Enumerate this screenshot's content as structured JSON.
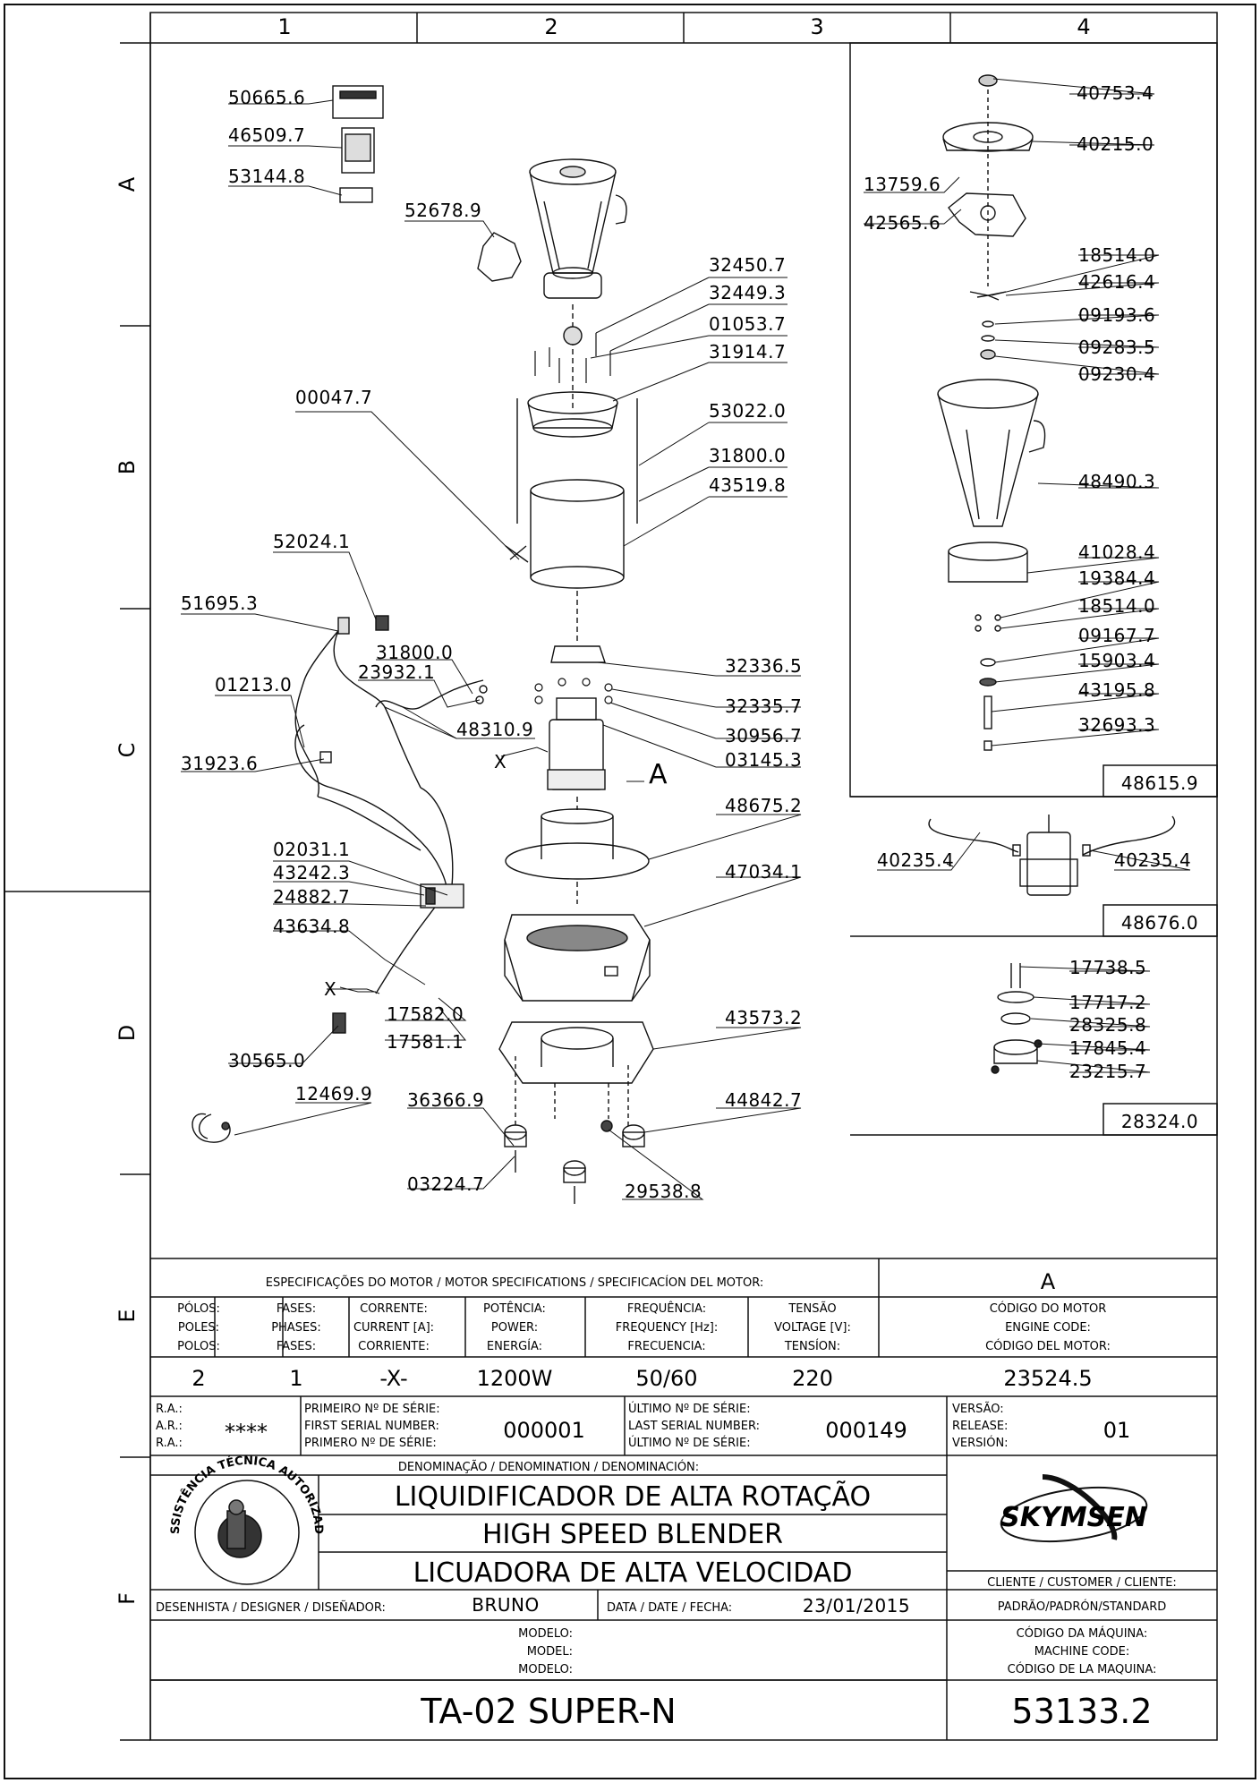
{
  "grid": {
    "columns": [
      "1",
      "2",
      "3",
      "4"
    ],
    "rows": [
      "A",
      "B",
      "C",
      "D",
      "E",
      "F"
    ]
  },
  "part_labels": [
    {
      "id": "p1",
      "text": "50665.6"
    },
    {
      "id": "p2",
      "text": "46509.7"
    },
    {
      "id": "p3",
      "text": "53144.8"
    },
    {
      "id": "p4",
      "text": "52678.9"
    },
    {
      "id": "p5",
      "text": "32450.7"
    },
    {
      "id": "p6",
      "text": "32449.3"
    },
    {
      "id": "p7",
      "text": "01053.7"
    },
    {
      "id": "p8",
      "text": "31914.7"
    },
    {
      "id": "p9",
      "text": "00047.7"
    },
    {
      "id": "p10",
      "text": "53022.0"
    },
    {
      "id": "p11",
      "text": "31800.0"
    },
    {
      "id": "p12",
      "text": "43519.8"
    },
    {
      "id": "p13",
      "text": "52024.1"
    },
    {
      "id": "p14",
      "text": "51695.3"
    },
    {
      "id": "p15",
      "text": "31800.0"
    },
    {
      "id": "p16",
      "text": "23932.1"
    },
    {
      "id": "p17",
      "text": "01213.0"
    },
    {
      "id": "p18",
      "text": "48310.9"
    },
    {
      "id": "p19",
      "text": "32336.5"
    },
    {
      "id": "p20",
      "text": "32335.7"
    },
    {
      "id": "p21",
      "text": "30956.7"
    },
    {
      "id": "p22",
      "text": "03145.3"
    },
    {
      "id": "p23",
      "text": "31923.6"
    },
    {
      "id": "p24",
      "text": "48675.2"
    },
    {
      "id": "p25",
      "text": "02031.1"
    },
    {
      "id": "p26",
      "text": "47034.1"
    },
    {
      "id": "p27",
      "text": "43242.3"
    },
    {
      "id": "p28",
      "text": "24882.7"
    },
    {
      "id": "p29",
      "text": "43634.8"
    },
    {
      "id": "p30",
      "text": "17582.0"
    },
    {
      "id": "p31",
      "text": "17581.1"
    },
    {
      "id": "p32",
      "text": "43573.2"
    },
    {
      "id": "p33",
      "text": "30565.0"
    },
    {
      "id": "p34",
      "text": "12469.9"
    },
    {
      "id": "p35",
      "text": "36366.9"
    },
    {
      "id": "p36",
      "text": "44842.7"
    },
    {
      "id": "p37",
      "text": "03224.7"
    },
    {
      "id": "p38",
      "text": "29538.8"
    },
    {
      "id": "q1",
      "text": "40753.4"
    },
    {
      "id": "q2",
      "text": "40215.0"
    },
    {
      "id": "q3",
      "text": "13759.6"
    },
    {
      "id": "q4",
      "text": "42565.6"
    },
    {
      "id": "q5",
      "text": "18514.0"
    },
    {
      "id": "q6",
      "text": "42616.4"
    },
    {
      "id": "q7",
      "text": "09193.6"
    },
    {
      "id": "q8",
      "text": "09283.5"
    },
    {
      "id": "q9",
      "text": "09230.4"
    },
    {
      "id": "q10",
      "text": "48490.3"
    },
    {
      "id": "q11",
      "text": "41028.4"
    },
    {
      "id": "q12",
      "text": "19384.4"
    },
    {
      "id": "q13",
      "text": "18514.0"
    },
    {
      "id": "q14",
      "text": "09167.7"
    },
    {
      "id": "q15",
      "text": "15903.4"
    },
    {
      "id": "q16",
      "text": "43195.8"
    },
    {
      "id": "q17",
      "text": "32693.3"
    },
    {
      "id": "r1",
      "text": "40235.4"
    },
    {
      "id": "r2",
      "text": "40235.4"
    },
    {
      "id": "s1",
      "text": "17738.5"
    },
    {
      "id": "s2",
      "text": "17717.2"
    },
    {
      "id": "s3",
      "text": "28325.8"
    },
    {
      "id": "s4",
      "text": "17845.4"
    },
    {
      "id": "s5",
      "text": "23215.7"
    }
  ],
  "markers": {
    "x1": "X",
    "x2": "X",
    "detail_a": "A"
  },
  "assemblies": {
    "jar": "48615.9",
    "motor": "48676.0",
    "coupling": "28324.0"
  },
  "motor_spec": {
    "title": "ESPECIFICAÇÕES DO MOTOR / MOTOR SPECIFICATIONS / SPECIFICACÍON DEL MOTOR:",
    "detail": "A",
    "headers": [
      [
        "PÓLOS:",
        "POLES:",
        "POLOS:"
      ],
      [
        "FASES:",
        "PHASES:",
        "FASES:"
      ],
      [
        "CORRENTE:",
        "CURRENT [A]:",
        "CORRIENTE:"
      ],
      [
        "POTÊNCIA:",
        "POWER:",
        "ENERGÍA:"
      ],
      [
        "FREQUÊNCIA:",
        "FREQUENCY [Hz]:",
        "FRECUENCIA:"
      ],
      [
        "TENSÃO",
        "VOLTAGE [V]:",
        "TENSÍON:"
      ],
      [
        "CÓDIGO DO MOTOR",
        "ENGINE CODE:",
        "CÓDIGO DEL MOTOR:"
      ]
    ],
    "values": [
      "2",
      "1",
      "-X-",
      "1200W",
      "50/60",
      "220",
      "23524.5"
    ]
  },
  "serial": {
    "ra": [
      "R.A.:",
      "A.R.:",
      "R.A.:"
    ],
    "ra_value": "****",
    "first": [
      "PRIMEIRO Nº DE SÉRIE:",
      "FIRST SERIAL NUMBER:",
      "PRIMERO Nº DE SÉRIE:"
    ],
    "first_value": "000001",
    "last": [
      "ÚLTIMO Nº DE SÉRIE:",
      "LAST SERIAL NUMBER:",
      "ÚLTIMO Nº DE SÉRIE:"
    ],
    "last_value": "000149",
    "version": [
      "VERSÃO:",
      "RELEASE:",
      "VERSIÓN:"
    ],
    "version_value": "01"
  },
  "title_block": {
    "denomination_label": "DENOMINAÇÃO / DENOMINATION / DENOMINACIÓN:",
    "name_pt": "LIQUIDIFICADOR DE ALTA ROTAÇÃO",
    "name_en": "HIGH SPEED BLENDER",
    "name_es": "LICUADORA DE ALTA VELOCIDAD",
    "brand": "SKYMSEN",
    "customer_label": "CLIENTE / CUSTOMER / CLIENTE:",
    "customer_value": "PADRÃO/PADRÓN/STANDARD",
    "designer_label": "DESENHISTA / DESIGNER / DISEÑADOR:",
    "designer_value": "BRUNO",
    "date_label": "DATA / DATE / FECHA:",
    "date_value": "23/01/2015",
    "model_label": [
      "MODELO:",
      "MODEL:",
      "MODELO:"
    ],
    "machine_code_label": [
      "CÓDIGO DA MÁQUINA:",
      "MACHINE CODE:",
      "CÓDIGO DE LA MAQUINA:"
    ],
    "model_value": "TA-02 SUPER-N",
    "machine_code_value": "53133.2",
    "seal_text": "ASSISTÊNCIA TÉCNICA AUTORIZADA"
  }
}
